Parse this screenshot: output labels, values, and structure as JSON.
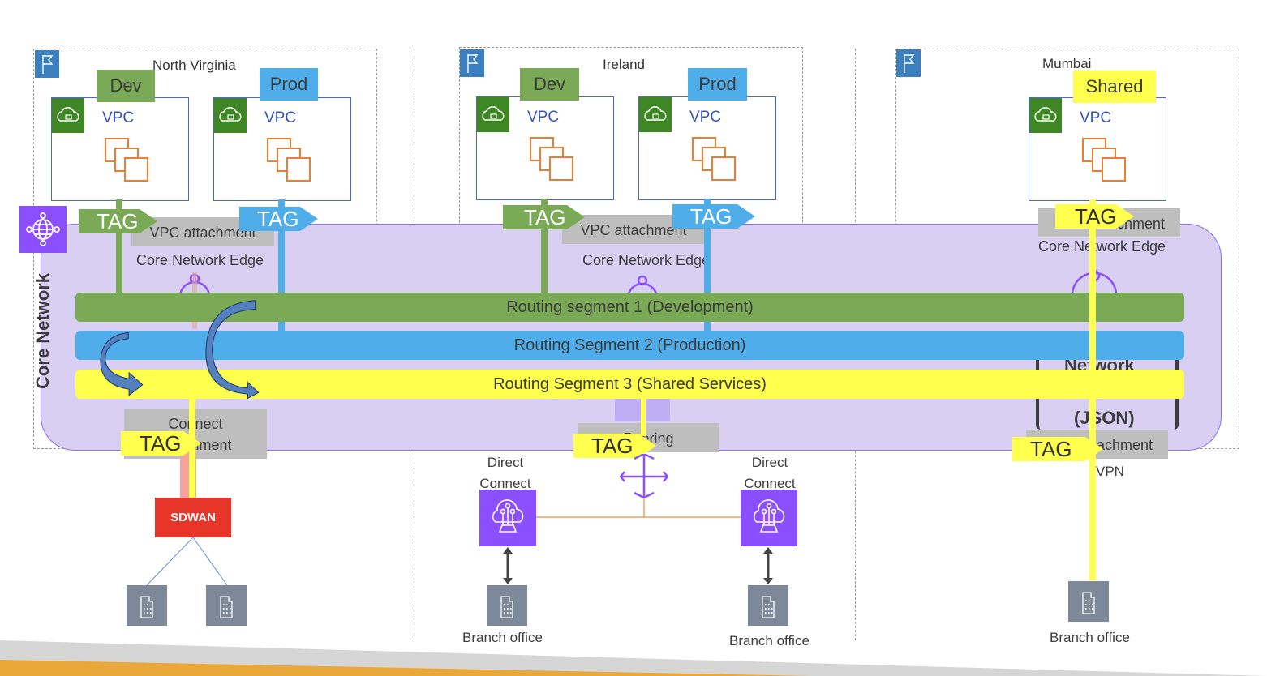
{
  "regions": [
    {
      "name": "North Virginia"
    },
    {
      "name": "Ireland"
    },
    {
      "name": "Mumbai"
    }
  ],
  "core_network": {
    "label": "Core Network",
    "edge_label": "Core Network Edge",
    "policy_lines": [
      "Network",
      "(JSON)"
    ]
  },
  "vpcs": [
    {
      "region": "North Virginia",
      "env": "Dev",
      "label": "VPC"
    },
    {
      "region": "North Virginia",
      "env": "Prod",
      "label": "VPC"
    },
    {
      "region": "Ireland",
      "env": "Dev",
      "label": "VPC"
    },
    {
      "region": "Ireland",
      "env": "Prod",
      "label": "VPC"
    },
    {
      "region": "Mumbai",
      "env": "Shared",
      "label": "VPC"
    }
  ],
  "attachments": {
    "vpc": "VPC attachment",
    "vpc_mumbai_visible": "achment",
    "connect_line1": "Connect",
    "connect_line2": "attachment",
    "peering": "Peering",
    "vpn_visible": "achment",
    "vpn_label": "VPN"
  },
  "tag_label": "TAG",
  "segments": [
    {
      "label": "Routing segment 1 (Development)",
      "color": "#7aaa55"
    },
    {
      "label": "Routing Segment 2 (Production)",
      "color": "#4fadea"
    },
    {
      "label": "Routing Segment 3 (Shared Services)",
      "color": "#ffff4d"
    }
  ],
  "sdwan": {
    "label": "SDWAN",
    "color": "#e8352a"
  },
  "direct_connect": {
    "line1": "Direct",
    "line2": "Connect"
  },
  "branch_office": "Branch office",
  "colors": {
    "dev": "#7aaa55",
    "prod": "#4fadea",
    "shared": "#ffff4d",
    "core_network_fill": "#d8cff3",
    "aws_purple": "#8c4fff",
    "vpc_green": "#3f8624",
    "region_blue": "#3b7fbf"
  }
}
